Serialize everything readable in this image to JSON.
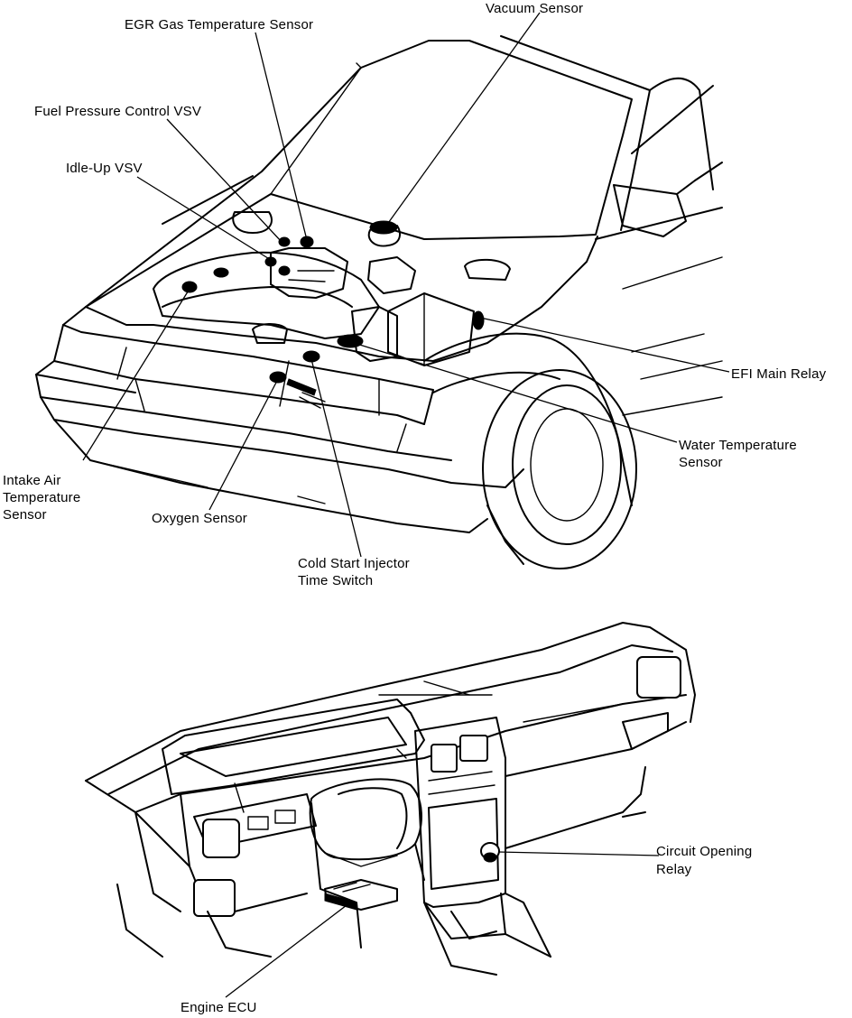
{
  "labels": {
    "vacuum_sensor": "Vacuum Sensor",
    "egr_gas_temp_sensor": "EGR Gas Temperature Sensor",
    "fuel_pressure_control_vsv": "Fuel Pressure Control VSV",
    "idle_up_vsv": "Idle-Up VSV",
    "efi_main_relay": "EFI Main Relay",
    "water_temp_sensor_1": "Water Temperature",
    "water_temp_sensor_2": "Sensor",
    "intake_air_temp_1": "Intake Air",
    "intake_air_temp_2": "Temperature",
    "intake_air_temp_3": "Sensor",
    "oxygen_sensor": "Oxygen Sensor",
    "cold_start_1": "Cold Start Injector",
    "cold_start_2": "Time Switch",
    "circuit_opening_relay_1": "Circuit Opening",
    "circuit_opening_relay_2": "Relay",
    "engine_ecu": "Engine ECU"
  }
}
